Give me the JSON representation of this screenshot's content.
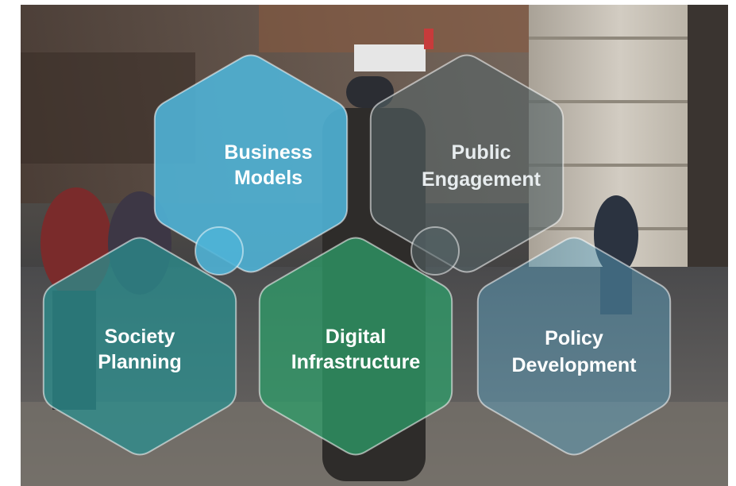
{
  "diagram": {
    "background": {
      "description_colors": {
        "sky": "#5f5a55",
        "building": "#6e6258",
        "pillar": "#c9c3b8",
        "street": "#3c3d40",
        "sidewalk": "#7b7670"
      }
    },
    "pieces": [
      {
        "id": "business-models",
        "line1": "Business",
        "line2": "Models",
        "color": "#4fb2d6"
      },
      {
        "id": "public-engagement",
        "line1": "Public",
        "line2": "Engagement",
        "color": "#556468"
      },
      {
        "id": "society-planning",
        "line1": "Society",
        "line2": "Planning",
        "color": "#2a8f8f"
      },
      {
        "id": "digital-infrastructure",
        "line1": "Digital",
        "line2": "Infrastructure",
        "color": "#2e9e6a"
      },
      {
        "id": "policy-development",
        "line1": "Policy",
        "line2": "Development",
        "color": "#5aa7c8"
      }
    ]
  }
}
